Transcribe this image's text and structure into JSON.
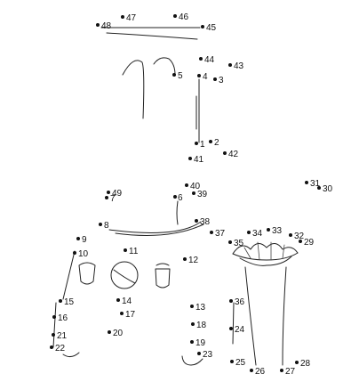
{
  "puzzle": {
    "type": "connect-the-dots",
    "dot_count": 49,
    "dot_color": "#111111",
    "line_color": "#222222",
    "background": "#ffffff"
  },
  "dots": [
    {
      "n": "1"
    },
    {
      "n": "2"
    },
    {
      "n": "3"
    },
    {
      "n": "4"
    },
    {
      "n": "5"
    },
    {
      "n": "6"
    },
    {
      "n": "7"
    },
    {
      "n": "8"
    },
    {
      "n": "9"
    },
    {
      "n": "10"
    },
    {
      "n": "11"
    },
    {
      "n": "12"
    },
    {
      "n": "13"
    },
    {
      "n": "14"
    },
    {
      "n": "15"
    },
    {
      "n": "16"
    },
    {
      "n": "17"
    },
    {
      "n": "18"
    },
    {
      "n": "19"
    },
    {
      "n": "20"
    },
    {
      "n": "21"
    },
    {
      "n": "22"
    },
    {
      "n": "23"
    },
    {
      "n": "24"
    },
    {
      "n": "25"
    },
    {
      "n": "26"
    },
    {
      "n": "27"
    },
    {
      "n": "28"
    },
    {
      "n": "29"
    },
    {
      "n": "30"
    },
    {
      "n": "31"
    },
    {
      "n": "32"
    },
    {
      "n": "33"
    },
    {
      "n": "34"
    },
    {
      "n": "35"
    },
    {
      "n": "36"
    },
    {
      "n": "37"
    },
    {
      "n": "38"
    },
    {
      "n": "39"
    },
    {
      "n": "40"
    },
    {
      "n": "41"
    },
    {
      "n": "42"
    },
    {
      "n": "43"
    },
    {
      "n": "44"
    },
    {
      "n": "45"
    },
    {
      "n": "46"
    },
    {
      "n": "47"
    },
    {
      "n": "48"
    },
    {
      "n": "49"
    }
  ]
}
